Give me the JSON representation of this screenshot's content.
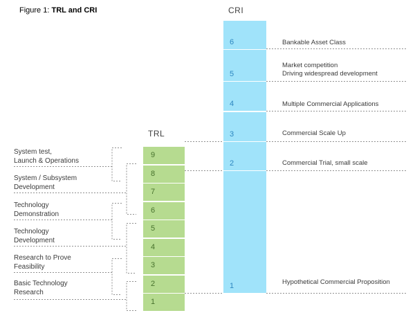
{
  "title": {
    "prefix": "Figure 1:",
    "emphasis": "TRL and CRI"
  },
  "colors": {
    "trl_bar": "#b6db90",
    "trl_number": "#47722d",
    "cri_bar": "#a0e3fa",
    "cri_number": "#2d87c0",
    "dashed_line": "#8f8f8f",
    "label_text": "#3a3a3a"
  },
  "trl": {
    "header": "TRL",
    "levels": [
      "9",
      "8",
      "7",
      "6",
      "5",
      "4",
      "3",
      "2",
      "1"
    ],
    "groups": [
      {
        "lines": [
          "System test,",
          "Launch & Operations"
        ]
      },
      {
        "lines": [
          "System / Subsystem",
          "Development"
        ]
      },
      {
        "lines": [
          "Technology",
          "Demonstration"
        ]
      },
      {
        "lines": [
          "Technology",
          "Development"
        ]
      },
      {
        "lines": [
          "Research to Prove",
          "Feasibility"
        ]
      },
      {
        "lines": [
          "Basic Technology",
          "Research"
        ]
      }
    ]
  },
  "cri": {
    "header": "CRI",
    "levels": [
      {
        "n": "6",
        "lines": [
          "Bankable Asset Class"
        ]
      },
      {
        "n": "5",
        "lines": [
          "Market competition",
          "Driving widespread development"
        ]
      },
      {
        "n": "4",
        "lines": [
          "Multiple Commercial Applications"
        ]
      },
      {
        "n": "3",
        "lines": [
          "Commercial Scale Up"
        ]
      },
      {
        "n": "2",
        "lines": [
          "Commercial Trial, small scale"
        ]
      },
      {
        "n": "1",
        "lines": [
          "Hypothetical Commercial Proposition"
        ]
      }
    ]
  }
}
